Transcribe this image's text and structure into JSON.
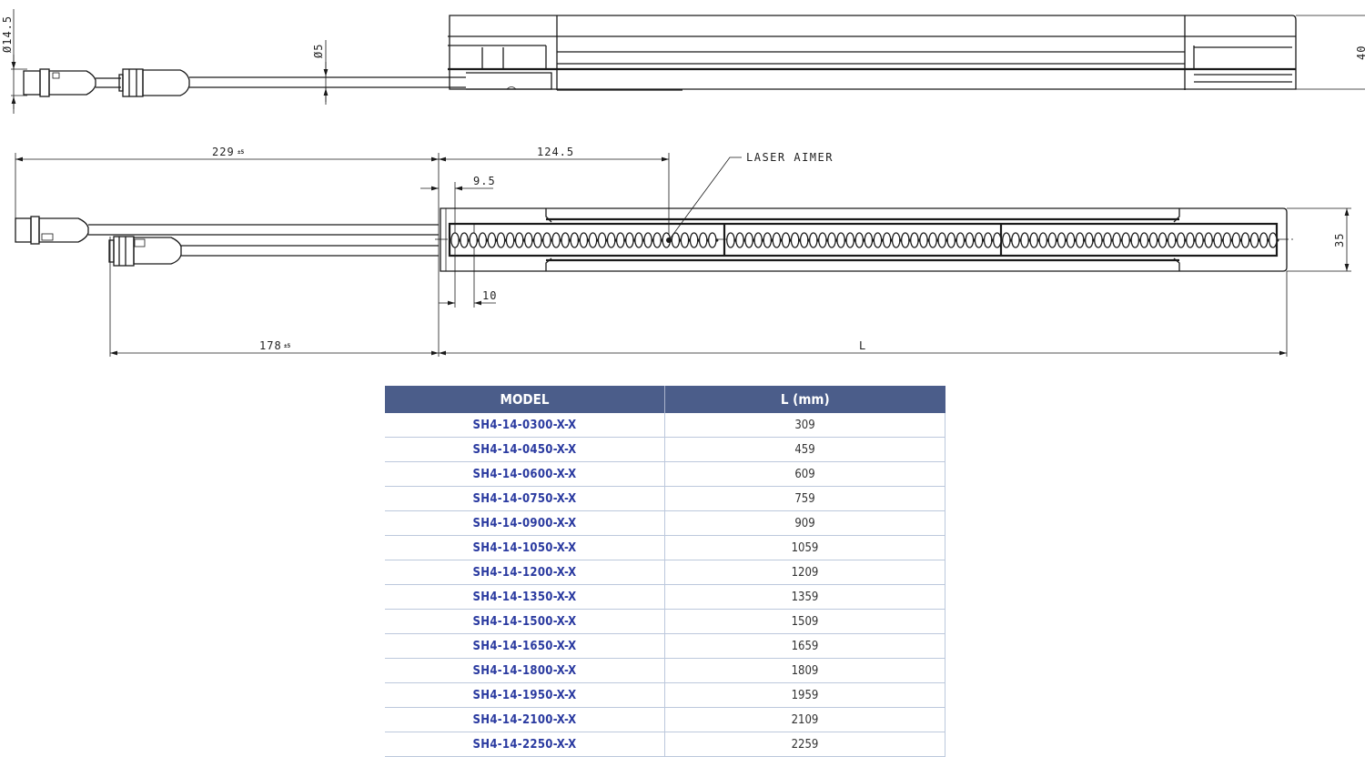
{
  "drawing": {
    "top_view": {
      "dims": {
        "connector_diameter": "Ø14.5",
        "cable_diameter": "Ø5",
        "height": "40"
      }
    },
    "front_view": {
      "dims": {
        "cable_long": "229",
        "cable_long_tol": "±5",
        "cable_short": "178",
        "cable_short_tol": "±5",
        "aimer_offset": "124.5",
        "first_beam_offset": "9.5",
        "beam_pitch": "10",
        "height": "35",
        "length": "L"
      },
      "callouts": {
        "laser_aimer": "LASER AIMER"
      }
    }
  },
  "table": {
    "headers": [
      "MODEL",
      "L (mm)"
    ],
    "header_color": "#4b5d8a",
    "model_color": "#2a3aa0",
    "rows": [
      {
        "model": "SH4-14-0300-X-X",
        "length": "309"
      },
      {
        "model": "SH4-14-0450-X-X",
        "length": "459"
      },
      {
        "model": "SH4-14-0600-X-X",
        "length": "609"
      },
      {
        "model": "SH4-14-0750-X-X",
        "length": "759"
      },
      {
        "model": "SH4-14-0900-X-X",
        "length": "909"
      },
      {
        "model": "SH4-14-1050-X-X",
        "length": "1059"
      },
      {
        "model": "SH4-14-1200-X-X",
        "length": "1209"
      },
      {
        "model": "SH4-14-1350-X-X",
        "length": "1359"
      },
      {
        "model": "SH4-14-1500-X-X",
        "length": "1509"
      },
      {
        "model": "SH4-14-1650-X-X",
        "length": "1659"
      },
      {
        "model": "SH4-14-1800-X-X",
        "length": "1809"
      },
      {
        "model": "SH4-14-1950-X-X",
        "length": "1959"
      },
      {
        "model": "SH4-14-2100-X-X",
        "length": "2109"
      },
      {
        "model": "SH4-14-2250-X-X",
        "length": "2259"
      }
    ]
  }
}
